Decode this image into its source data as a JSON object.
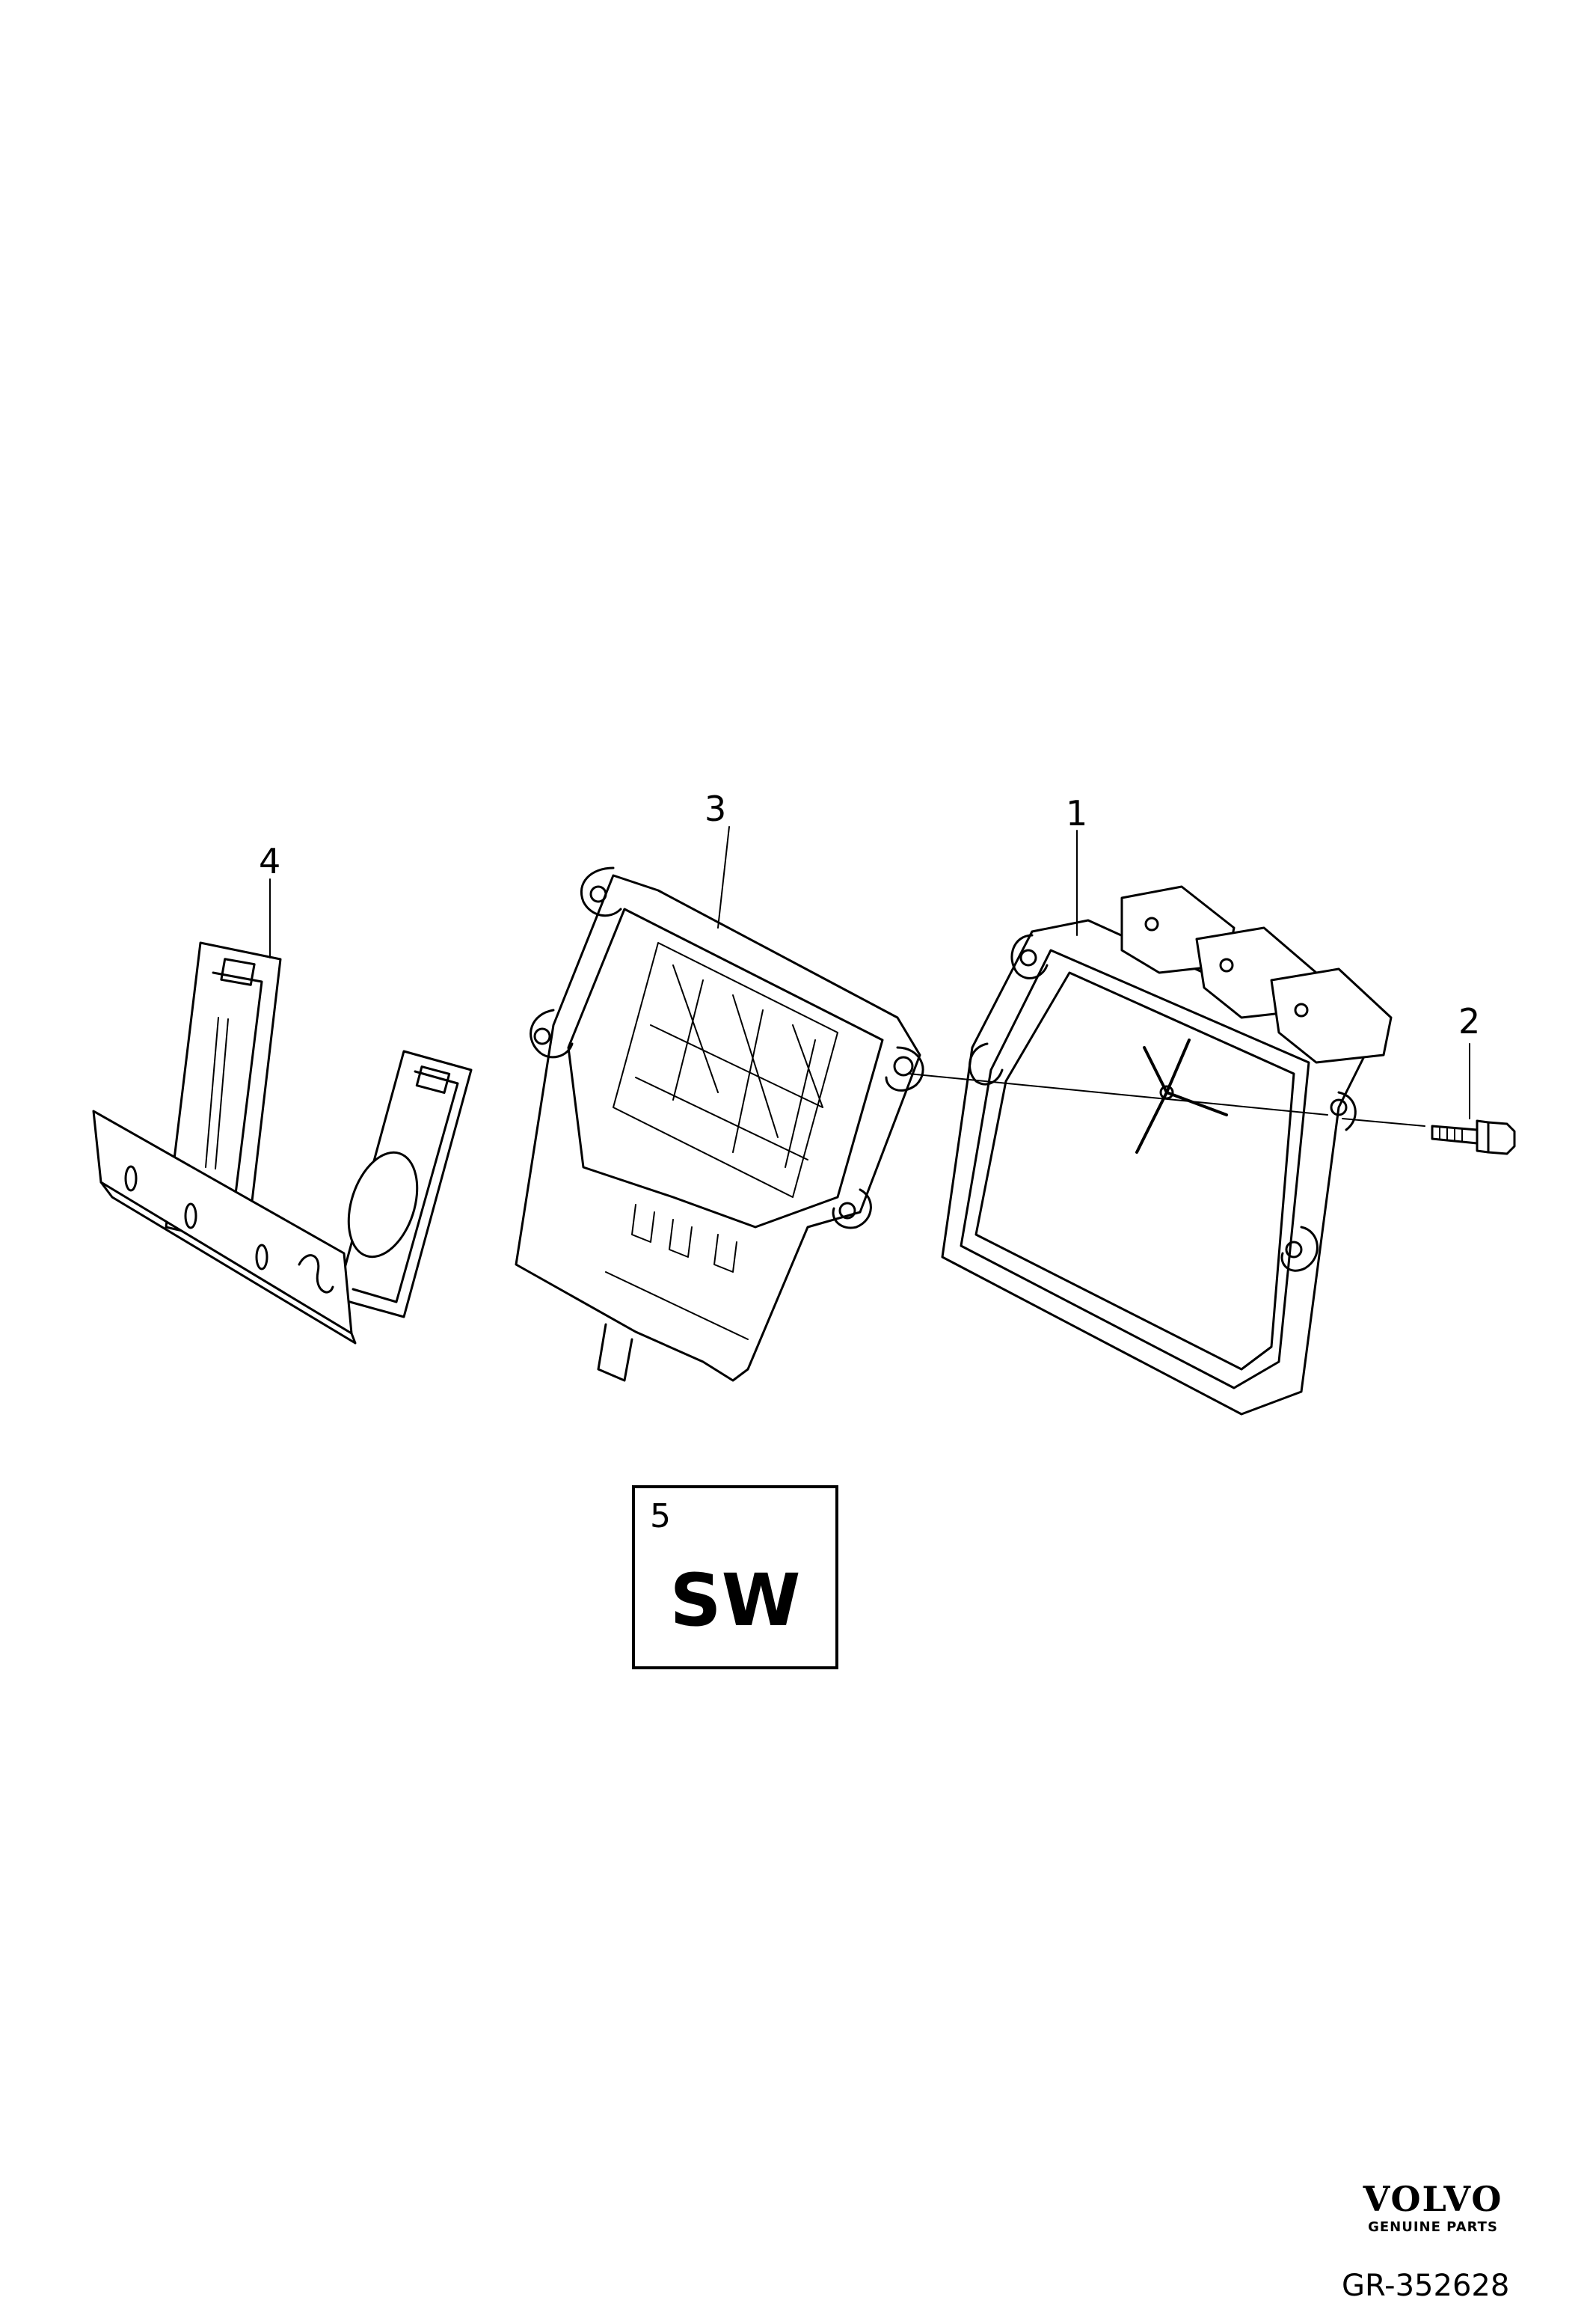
{
  "callouts": {
    "c1": "1",
    "c2": "2",
    "c3": "3",
    "c4": "4"
  },
  "software_box": {
    "number": "5",
    "label": "SW"
  },
  "brand": {
    "name": "VOLVO",
    "tagline": "GENUINE PARTS"
  },
  "reference": "GR-352628"
}
